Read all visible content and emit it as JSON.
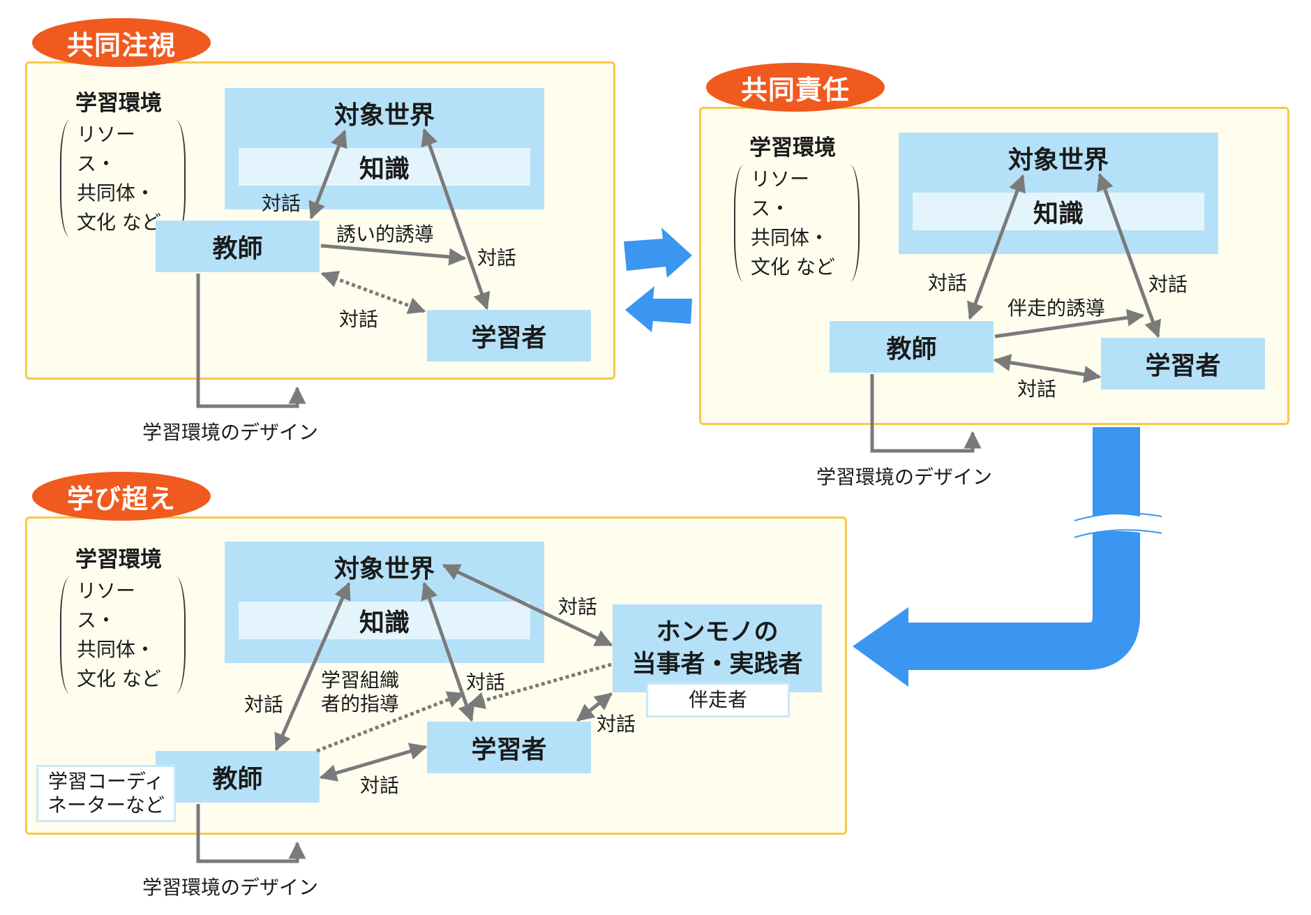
{
  "panel1": {
    "tag": "共同注視",
    "env": {
      "title": "学習環境",
      "lines": [
        "リソース・",
        "共同体・",
        "文化 など"
      ]
    },
    "world": "対象世界",
    "knowledge": "知識",
    "teacher": "教師",
    "learner": "学習者",
    "labels": {
      "dialog_tw": "対話",
      "guide": "誘い的誘導",
      "dialog_wl": "対話",
      "dialog_tl": "対話"
    },
    "design": "学習環境のデザイン"
  },
  "panel2": {
    "tag": "共同責任",
    "env": {
      "title": "学習環境",
      "lines": [
        "リソース・",
        "共同体・",
        "文化 など"
      ]
    },
    "world": "対象世界",
    "knowledge": "知識",
    "teacher": "教師",
    "learner": "学習者",
    "labels": {
      "dialog_tw": "対話",
      "guide": "伴走的誘導",
      "dialog_wl": "対話",
      "dialog_tl": "対話"
    },
    "design": "学習環境のデザイン"
  },
  "panel3": {
    "tag": "学び超え",
    "env": {
      "title": "学習環境",
      "lines": [
        "リソース・",
        "共同体・",
        "文化 など"
      ]
    },
    "world": "対象世界",
    "knowledge": "知識",
    "teacher": "教師",
    "teacher_note": [
      "学習コーディ",
      "ネーターなど"
    ],
    "learner": "学習者",
    "expert": [
      "ホンモノの",
      "当事者・実践者"
    ],
    "companion": "伴走者",
    "labels": {
      "dialog_tw": "対話",
      "guide": [
        "学習組織",
        "者的指導"
      ],
      "dialog_wl": "対話",
      "dialog_we": "対話",
      "dialog_el": "対話",
      "dialog_tl": "対話"
    },
    "design": "学習環境のデザイン"
  },
  "colors": {
    "panel_border": "#f5c84a",
    "panel_fill": "#fefdee",
    "tag": "#f05a1e",
    "box": "#b5e1f8",
    "knowledge": "#e3f4fc",
    "flow_arrow": "#3a96f0",
    "line": "#7a7a7a"
  }
}
